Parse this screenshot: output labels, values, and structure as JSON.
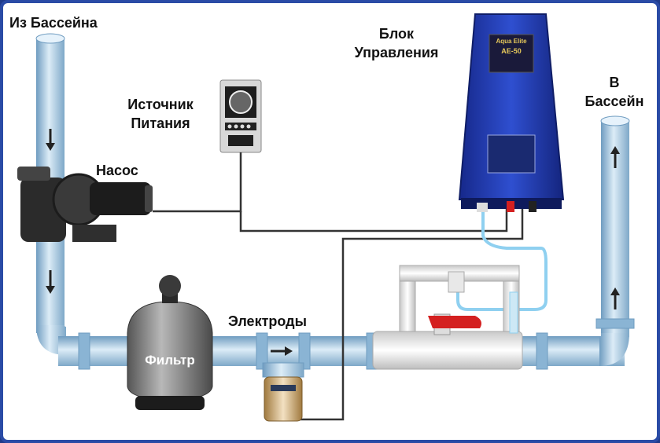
{
  "labels": {
    "from_pool": "Из Бассейна",
    "control_unit_line1": "Блок",
    "control_unit_line2": "Управления",
    "to_pool_line1": "В",
    "to_pool_line2": "Бассейн",
    "power_source_line1": "Источник",
    "power_source_line2": "Питания",
    "pump": "Насос",
    "electrodes": "Электроды",
    "filter": "Фильтр"
  },
  "control_unit_screen": {
    "brand": "Aqua Elite",
    "model": "AE-50"
  },
  "colors": {
    "frame": "#2a4ba6",
    "pipe": "#9fc6e3",
    "pipe_dark": "#6f9cc0",
    "control_unit": "#1f3aa8",
    "cable": "#333333",
    "hose": "#8fd0f0"
  }
}
